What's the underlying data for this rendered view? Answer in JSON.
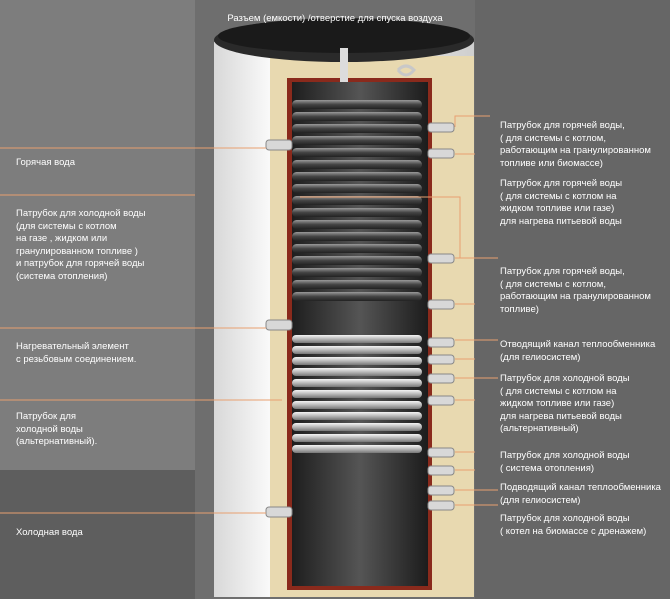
{
  "title": "Разъем (емкости) /отверстие для  спуска воздуха",
  "left_labels": [
    {
      "id": "hot-water",
      "text": "Горячая вода"
    },
    {
      "id": "cold-inlet-boiler",
      "text": "Патрубок для холодной воды\n(для системы с котлом\nна газе , жидком или\nгранулированном топливе )\nи патрубок для горячей воды\n(система отопления)"
    },
    {
      "id": "heating-element",
      "text": "Нагревательный элемент\nс резьбовым соединением."
    },
    {
      "id": "cold-alt",
      "text": "Патрубок для\nхолодной воды\n(альтернативный)."
    },
    {
      "id": "cold-water",
      "text": "Холодная вода"
    }
  ],
  "right_labels": [
    {
      "id": "hot-pellet",
      "text": "Патрубок для горячей воды,\n( для системы с котлом,\nработающим на гранулированном\nтопливе или биомассе)"
    },
    {
      "id": "hot-solid",
      "text": "Патрубок для горячей воды\n( для системы с котлом на\nжидком топливе или газе)\nдля нагрева питьевой воды"
    },
    {
      "id": "hot-pellet-2",
      "text": "Патрубок для горячей воды,\n( для системы с котлом,\nработающим на гранулированном\nтопливе)"
    },
    {
      "id": "solar-out",
      "text": "Отводящий канал теплообменника\n(для гелиосистем)"
    },
    {
      "id": "cold-solid",
      "text": "Патрубок для холодной воды\n( для системы с котлом на\nжидком топливе или газе)\nдля нагрева питьевой воды\n(альтернативный)"
    },
    {
      "id": "cold-heating",
      "text": "Патрубок для холодной воды\n( система отопления)"
    },
    {
      "id": "solar-in",
      "text": "Подводящий канал теплообменника\n(для гелиосистем)"
    },
    {
      "id": "cold-biomass",
      "text": "Патрубок для холодной воды\n( котел на биомассе с дренажем)"
    }
  ]
}
